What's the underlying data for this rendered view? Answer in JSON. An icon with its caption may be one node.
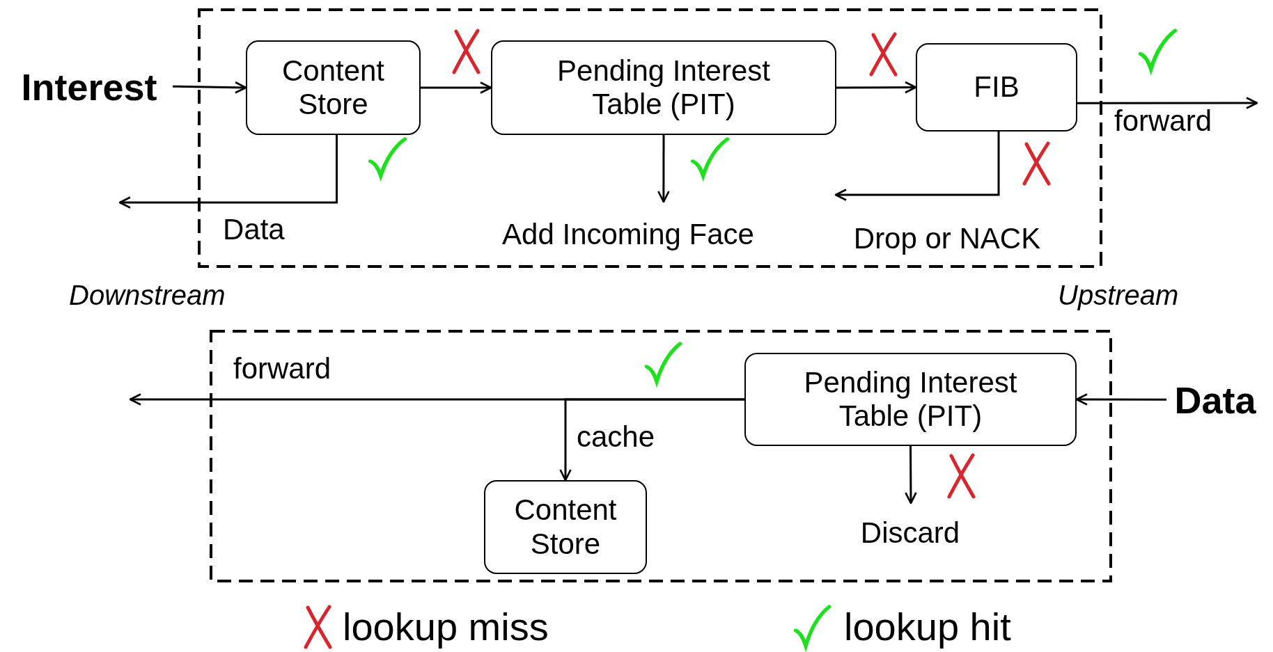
{
  "diagram": {
    "nodes": [
      {
        "text": [],
        "shape": "box"
      },
      {
        "text": [
          "Interest"
        ]
      },
      {
        "text": [
          "Content Store"
        ],
        "in": 0
      },
      {
        "text": [
          "Pending Interest Table (PIT)"
        ],
        "in": 0
      },
      {
        "text": [
          "FIB"
        ],
        "in": 0
      },
      {
        "text": [
          "Add Incoming Face"
        ],
        "in": 0
      },
      {
        "text": [
          "Drop or NACK"
        ],
        "in": 0
      },
      {
        "text": [],
        "shape": "box"
      },
      {
        "text": [
          "Data"
        ]
      },
      {
        "text": [
          "Pending Interest Table (PIT)"
        ],
        "in": 7
      },
      {
        "text": [
          "Content Store"
        ],
        "in": 7
      },
      {
        "text": [
          "Discard"
        ],
        "in": 7
      }
    ],
    "edges": [
      {
        "from": 1,
        "to": 2,
        "arrow": "to"
      },
      {
        "from": 2,
        "to": 3,
        "arrow": "to"
      },
      {
        "from": 3,
        "to": 4,
        "arrow": "to"
      },
      {
        "from": 4,
        "to": null,
        "arrow": "to",
        "label": "forward"
      },
      {
        "from": 2,
        "to": null,
        "arrow": "to",
        "label": "Data"
      },
      {
        "from": 3,
        "to": 5,
        "arrow": "to"
      },
      {
        "from": 4,
        "to": 6,
        "arrow": "to"
      },
      {
        "from": 8,
        "to": 9,
        "arrow": "to"
      },
      {
        "from": 9,
        "to": null,
        "arrow": "to",
        "label": "forward"
      },
      {
        "from": 9,
        "to": 10,
        "arrow": "to",
        "label": "cache"
      },
      {
        "from": 9,
        "to": 11,
        "arrow": "to"
      }
    ],
    "labels": [
      "Downstream",
      "Upstream"
    ],
    "legend": [
      {
        "text": "lookup miss"
      },
      {
        "text": "lookup hit"
      }
    ]
  }
}
